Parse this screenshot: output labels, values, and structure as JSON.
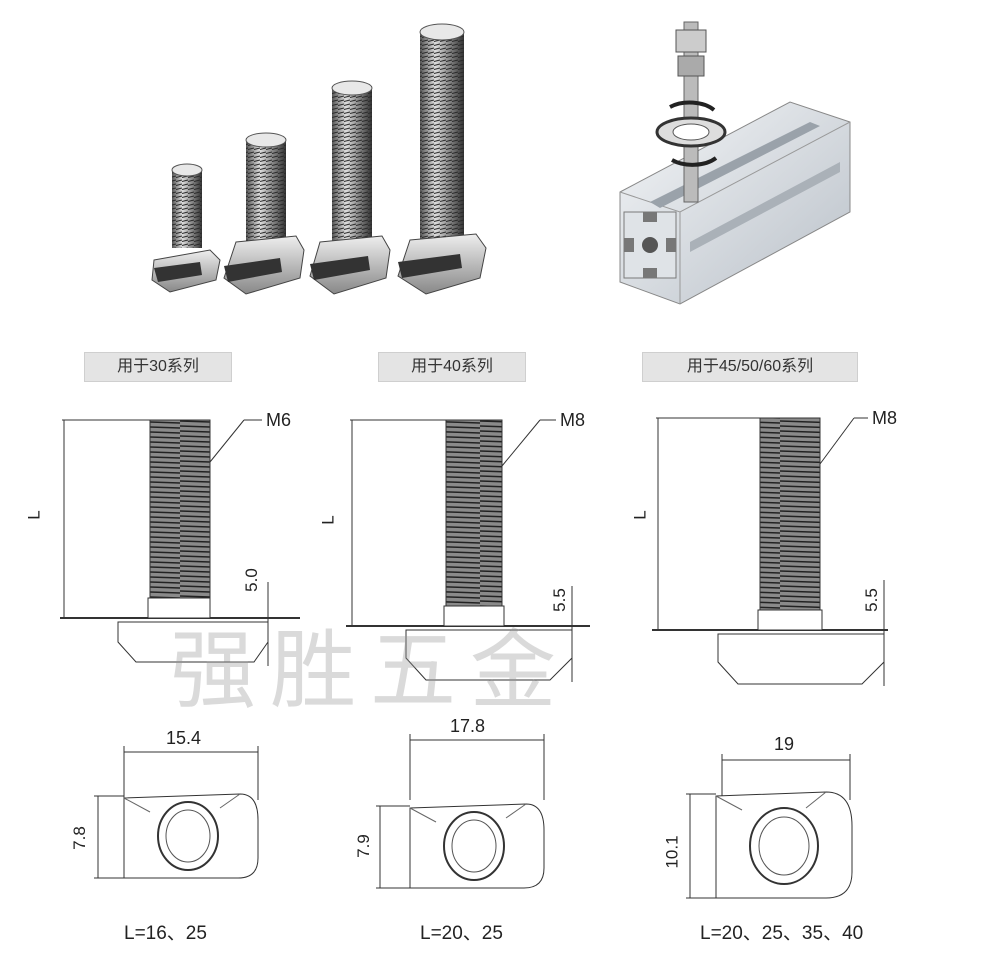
{
  "groups": [
    {
      "label": "用于30系列",
      "thread": "M6",
      "head_height": "5.0",
      "width": "15.4",
      "depth": "7.8",
      "lengths": "L=16、25"
    },
    {
      "label": "用于40系列",
      "thread": "M8",
      "head_height": "5.5",
      "width": "17.8",
      "depth": "7.9",
      "lengths": "L=20、25"
    },
    {
      "label": "用于45/50/60系列",
      "thread": "M8",
      "head_height": "5.5",
      "width": "19",
      "depth": "10.1",
      "lengths": "L=20、25、35、40"
    }
  ],
  "length_symbol": "L",
  "watermark": "强胜五金"
}
